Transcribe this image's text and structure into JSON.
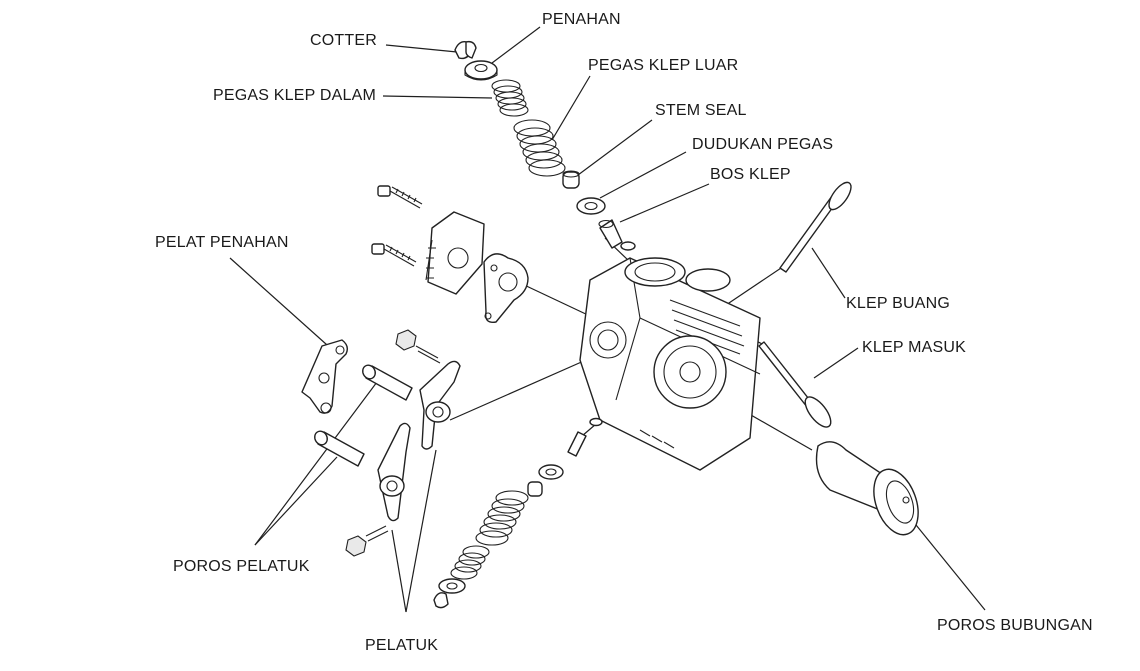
{
  "labels": {
    "cotter": "COTTER",
    "penahan": "PENAHAN",
    "pegas_klep_dalam": "PEGAS KLEP DALAM",
    "pegas_klep_luar": "PEGAS KLEP LUAR",
    "stem_seal": "STEM SEAL",
    "dudukan_pegas": "DUDUKAN PEGAS",
    "bos_klep": "BOS KLEP",
    "pelat_penahan": "PELAT PENAHAN",
    "klep_buang": "KLEP BUANG",
    "klep_masuk": "KLEP MASUK",
    "poros_pelatuk": "POROS PELATUK",
    "pelatuk": "PELATUK",
    "poros_bubungan": "POROS BUBUNGAN"
  }
}
